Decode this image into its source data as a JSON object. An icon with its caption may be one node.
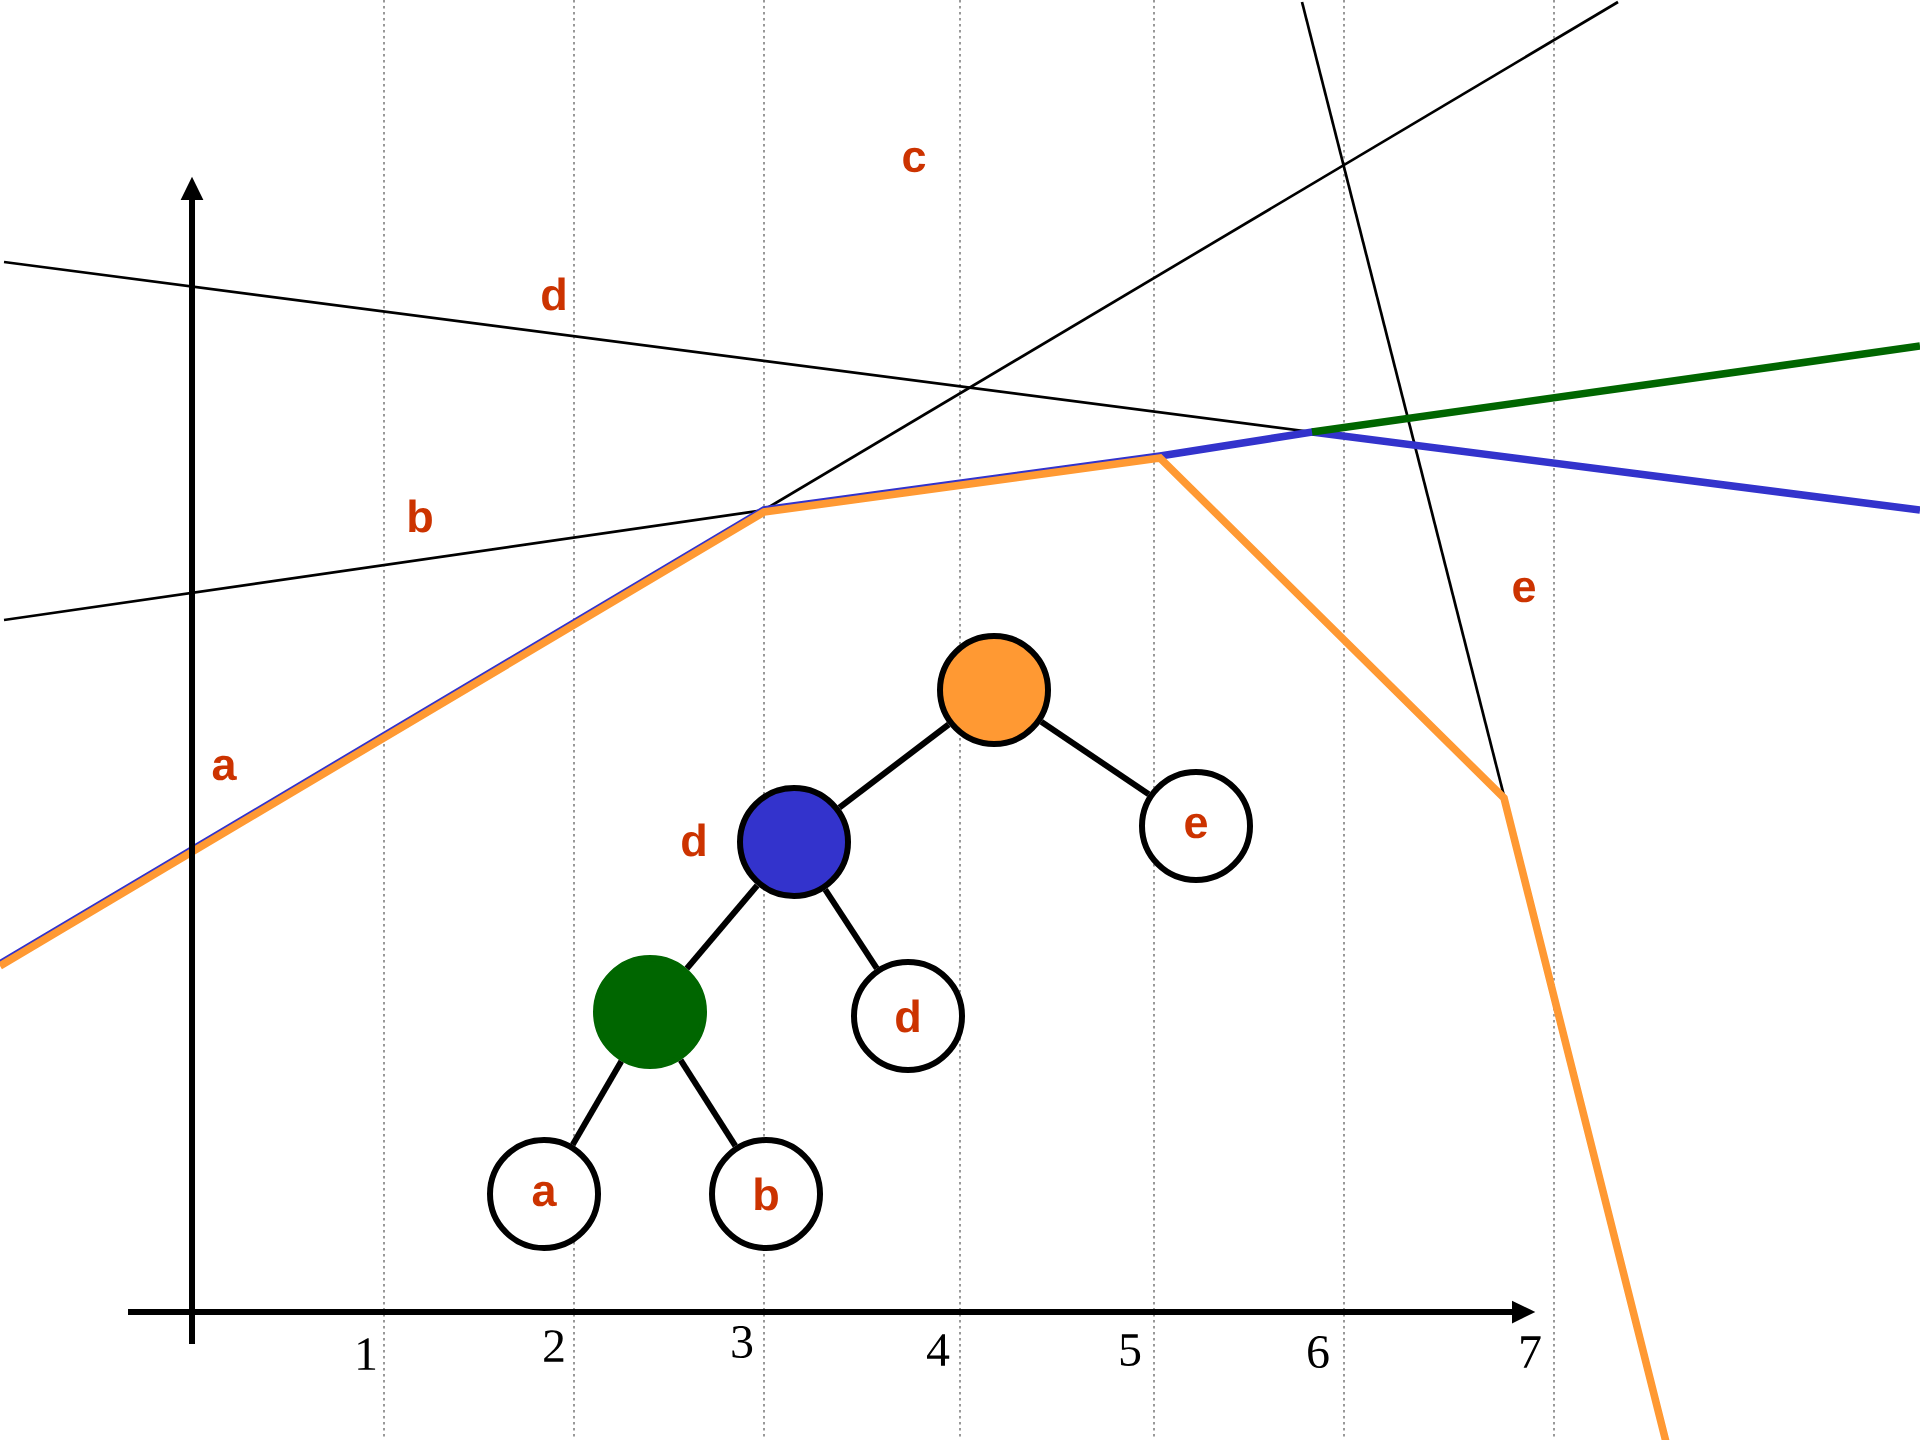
{
  "diagram": {
    "nodes": [
      {
        "text": [],
        "shape": "circle"
      },
      {
        "text": [],
        "shape": "circle",
        "beside": [
          "d"
        ]
      },
      {
        "text": [
          "e"
        ]
      },
      {
        "text": [],
        "shape": "circle"
      },
      {
        "text": [
          "d"
        ]
      },
      {
        "text": [
          "a"
        ]
      },
      {
        "text": [
          "b"
        ]
      }
    ],
    "edges": [
      {
        "from": 0,
        "to": 1,
        "arrow": "none"
      },
      {
        "from": 0,
        "to": 2,
        "arrow": "none"
      },
      {
        "from": 1,
        "to": 3,
        "arrow": "none"
      },
      {
        "from": 1,
        "to": 4,
        "arrow": "none"
      },
      {
        "from": 3,
        "to": 5,
        "arrow": "none"
      },
      {
        "from": 3,
        "to": 6,
        "arrow": "none"
      }
    ],
    "labels": [
      "c",
      "d",
      "b",
      "e",
      "a",
      "1",
      "2",
      "3",
      "4",
      "5",
      "6",
      "7"
    ]
  }
}
